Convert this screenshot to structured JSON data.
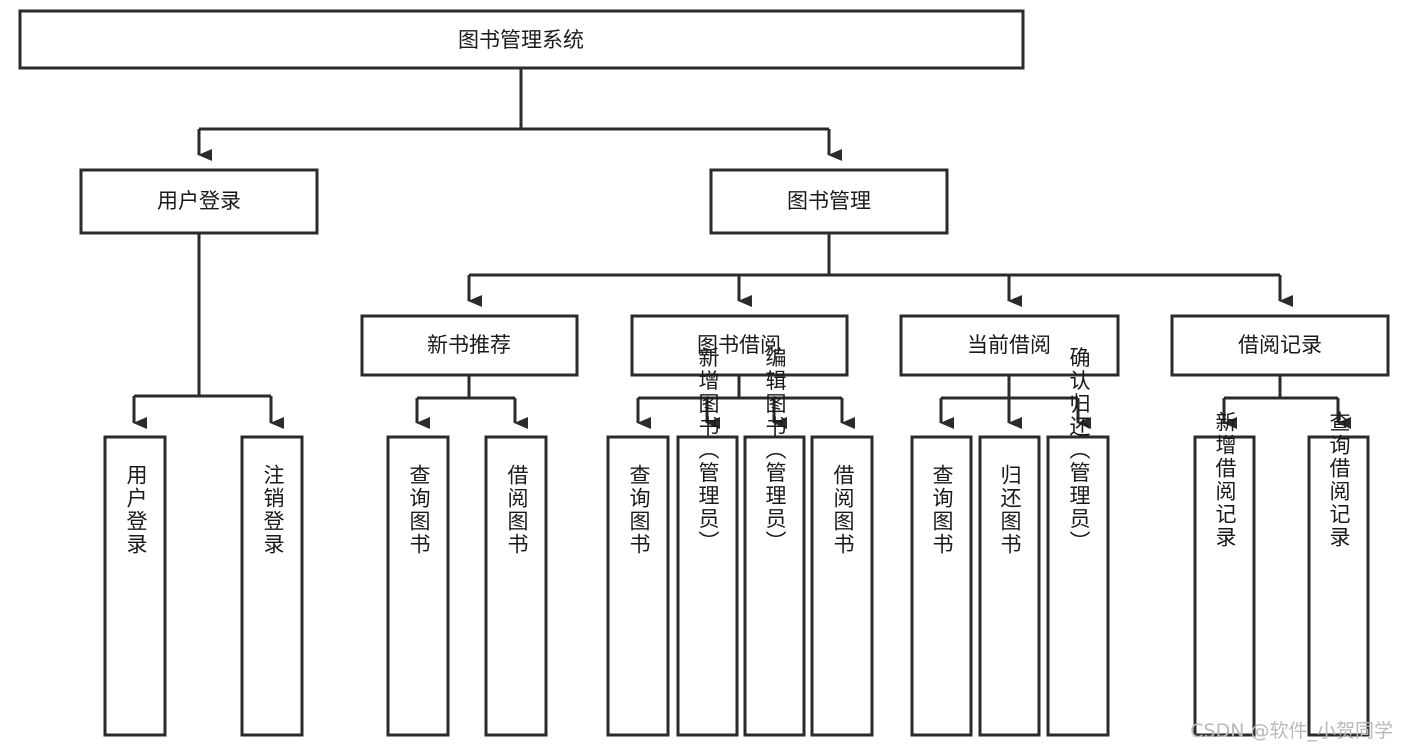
{
  "diagram": {
    "type": "tree-hierarchy-chart",
    "title": "图书管理系统",
    "watermark": "CSDN @软件_小贺同学",
    "colors": {
      "stroke": "#2b2b2b",
      "fill": "#ffffff",
      "text": "#1a1a1a",
      "watermark": "#b9b9b9",
      "background": "#ffffff"
    },
    "levels": [
      {
        "level": 1,
        "nodes": [
          {
            "id": "root",
            "label": "图书管理系统",
            "orientation": "horizontal"
          }
        ]
      },
      {
        "level": 2,
        "nodes": [
          {
            "id": "login",
            "label": "用户登录",
            "orientation": "horizontal",
            "parent": "root"
          },
          {
            "id": "bookmgmt",
            "label": "图书管理",
            "orientation": "horizontal",
            "parent": "root"
          }
        ]
      },
      {
        "level": 3,
        "nodes": [
          {
            "id": "newbook",
            "label": "新书推荐",
            "orientation": "horizontal",
            "parent": "bookmgmt"
          },
          {
            "id": "borrow",
            "label": "图书借阅",
            "orientation": "horizontal",
            "parent": "bookmgmt"
          },
          {
            "id": "current",
            "label": "当前借阅",
            "orientation": "horizontal",
            "parent": "bookmgmt"
          },
          {
            "id": "records",
            "label": "借阅记录",
            "orientation": "horizontal",
            "parent": "bookmgmt"
          }
        ]
      },
      {
        "level": 4,
        "nodes": [
          {
            "id": "leaf-1",
            "label": "用户登录",
            "orientation": "vertical",
            "parent": "login"
          },
          {
            "id": "leaf-2",
            "label": "注销登录",
            "orientation": "vertical",
            "parent": "login"
          },
          {
            "id": "leaf-3",
            "label": "查询图书",
            "orientation": "vertical",
            "parent": "newbook"
          },
          {
            "id": "leaf-4",
            "label": "借阅图书",
            "orientation": "vertical",
            "parent": "newbook"
          },
          {
            "id": "leaf-5",
            "label": "查询图书",
            "orientation": "vertical",
            "parent": "borrow"
          },
          {
            "id": "leaf-6",
            "label": "新增图书（管理员）",
            "orientation": "vertical",
            "parent": "borrow"
          },
          {
            "id": "leaf-7",
            "label": "编辑图书（管理员）",
            "orientation": "vertical",
            "parent": "borrow"
          },
          {
            "id": "leaf-8",
            "label": "借阅图书",
            "orientation": "vertical",
            "parent": "borrow"
          },
          {
            "id": "leaf-9",
            "label": "查询图书",
            "orientation": "vertical",
            "parent": "current"
          },
          {
            "id": "leaf-10",
            "label": "归还图书",
            "orientation": "vertical",
            "parent": "current"
          },
          {
            "id": "leaf-11",
            "label": "确认归还（管理员）",
            "orientation": "vertical",
            "parent": "current"
          },
          {
            "id": "leaf-12",
            "label": "新增借阅记录",
            "orientation": "vertical",
            "parent": "records"
          },
          {
            "id": "leaf-13",
            "label": "查询借阅记录",
            "orientation": "vertical",
            "parent": "records"
          }
        ]
      }
    ]
  }
}
